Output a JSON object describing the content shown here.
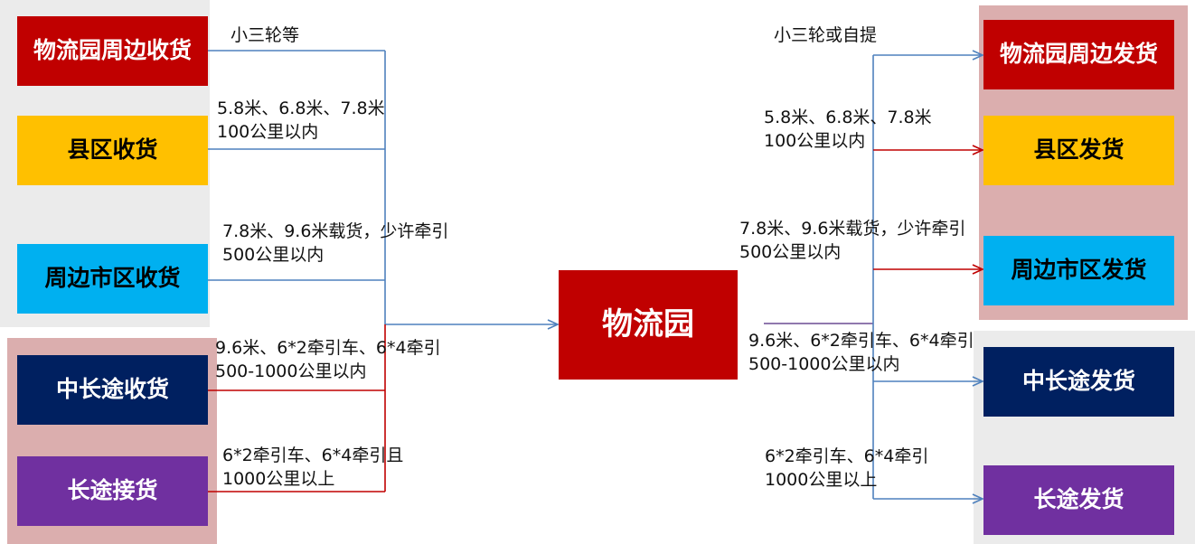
{
  "colors": {
    "panel_gray": "#ebebeb",
    "panel_pink": "#dbaeae",
    "red": "#c00000",
    "yellow": "#ffc000",
    "cyan": "#00b0f0",
    "navy": "#002060",
    "purple": "#7030a0",
    "blue_line": "#4f81bd",
    "red_line": "#c00000"
  },
  "center": {
    "label": "物流园"
  },
  "left": {
    "boxes": [
      {
        "label": "物流园周边收货"
      },
      {
        "label": "县区收货"
      },
      {
        "label": "周边市区收货"
      },
      {
        "label": "中长途收货"
      },
      {
        "label": "长途接货"
      }
    ],
    "labels": [
      {
        "line1": "小三轮等",
        "line2": ""
      },
      {
        "line1": "5.8米、6.8米、7.8米",
        "line2": "100公里以内"
      },
      {
        "line1": "7.8米、9.6米载货，少许牵引",
        "line2": "500公里以内"
      },
      {
        "line1": "9.6米、6*2牵引车、6*4牵引",
        "line2": "500-1000公里以内"
      },
      {
        "line1": "6*2牵引车、6*4牵引且",
        "line2": "1000公里以上"
      }
    ]
  },
  "right": {
    "boxes": [
      {
        "label": "物流园周边发货"
      },
      {
        "label": "县区发货"
      },
      {
        "label": "周边市区发货"
      },
      {
        "label": "中长途发货"
      },
      {
        "label": "长途发货"
      }
    ],
    "labels": [
      {
        "line1": "小三轮或自提",
        "line2": ""
      },
      {
        "line1": "5.8米、6.8米、7.8米",
        "line2": "100公里以内"
      },
      {
        "line1": "7.8米、9.6米载货，少许牵引",
        "line2": "500公里以内"
      },
      {
        "line1": "9.6米、6*2牵引车、6*4牵引",
        "line2": "500-1000公里以内"
      },
      {
        "line1": "6*2牵引车、6*4牵引",
        "line2": "1000公里以上"
      }
    ]
  }
}
